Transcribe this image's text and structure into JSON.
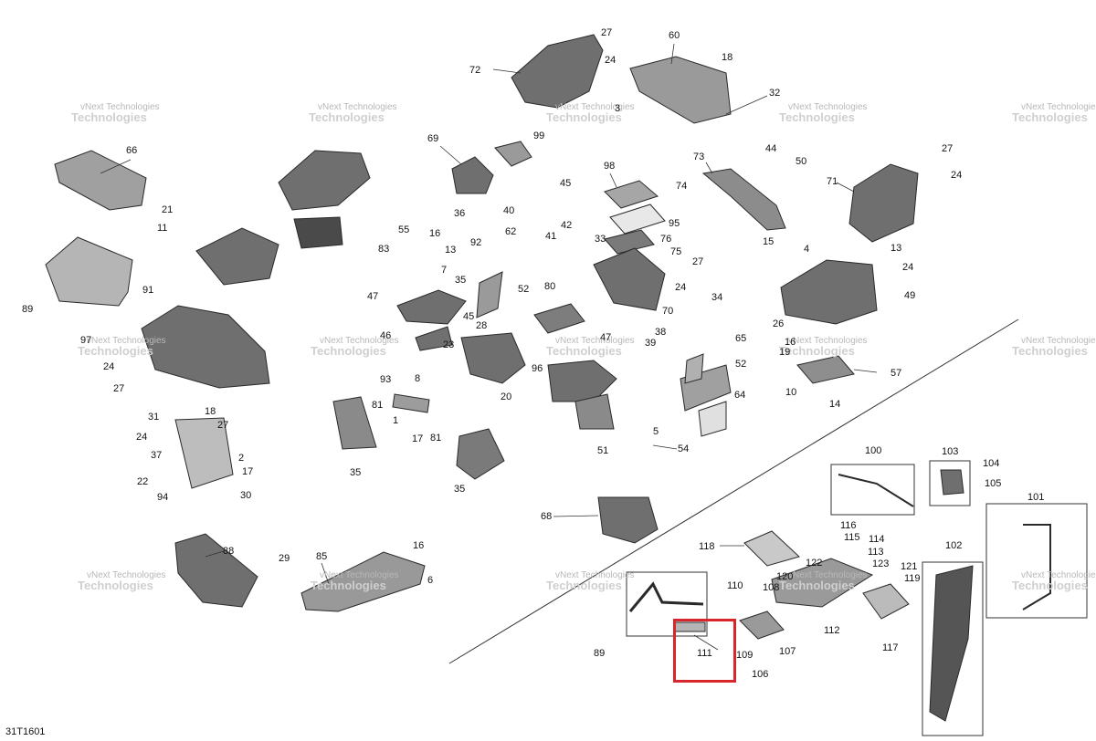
{
  "callouts": [
    {
      "id": "c27a",
      "text": "27"
    },
    {
      "id": "c24a",
      "text": "24"
    },
    {
      "id": "c72",
      "text": "72"
    },
    {
      "id": "c60",
      "text": "60"
    },
    {
      "id": "c18a",
      "text": "18"
    },
    {
      "id": "c32",
      "text": "32"
    },
    {
      "id": "c3",
      "text": "3"
    },
    {
      "id": "c66",
      "text": "66"
    },
    {
      "id": "c21",
      "text": "21"
    },
    {
      "id": "c11",
      "text": "11"
    },
    {
      "id": "c69",
      "text": "69"
    },
    {
      "id": "c99",
      "text": "99"
    },
    {
      "id": "c45",
      "text": "45"
    },
    {
      "id": "c98",
      "text": "98"
    },
    {
      "id": "c74",
      "text": "74"
    },
    {
      "id": "c73",
      "text": "73"
    },
    {
      "id": "c44",
      "text": "44"
    },
    {
      "id": "c50",
      "text": "50"
    },
    {
      "id": "c15",
      "text": "15"
    },
    {
      "id": "c27b",
      "text": "27"
    },
    {
      "id": "c71",
      "text": "71"
    },
    {
      "id": "c24b",
      "text": "24"
    },
    {
      "id": "c36",
      "text": "36"
    },
    {
      "id": "c40",
      "text": "40"
    },
    {
      "id": "c62",
      "text": "62"
    },
    {
      "id": "c92",
      "text": "92"
    },
    {
      "id": "c95",
      "text": "95"
    },
    {
      "id": "c42",
      "text": "42"
    },
    {
      "id": "c33",
      "text": "33"
    },
    {
      "id": "c76",
      "text": "76"
    },
    {
      "id": "c75",
      "text": "75"
    },
    {
      "id": "c41",
      "text": "41"
    },
    {
      "id": "c27c",
      "text": "27"
    },
    {
      "id": "c4",
      "text": "4"
    },
    {
      "id": "c13a",
      "text": "13"
    },
    {
      "id": "c24c",
      "text": "24"
    },
    {
      "id": "c89a",
      "text": "89"
    },
    {
      "id": "c91",
      "text": "91"
    },
    {
      "id": "c55",
      "text": "55"
    },
    {
      "id": "c16a",
      "text": "16"
    },
    {
      "id": "c83",
      "text": "83"
    },
    {
      "id": "c13b",
      "text": "13"
    },
    {
      "id": "c7",
      "text": "7"
    },
    {
      "id": "c35a",
      "text": "35"
    },
    {
      "id": "c47a",
      "text": "47"
    },
    {
      "id": "c45b",
      "text": "45"
    },
    {
      "id": "c52a",
      "text": "52"
    },
    {
      "id": "c80",
      "text": "80"
    },
    {
      "id": "c24d",
      "text": "24"
    },
    {
      "id": "c70",
      "text": "70"
    },
    {
      "id": "c34",
      "text": "34"
    },
    {
      "id": "c49",
      "text": "49"
    },
    {
      "id": "c26",
      "text": "26"
    },
    {
      "id": "c97",
      "text": "97"
    },
    {
      "id": "c24e",
      "text": "24"
    },
    {
      "id": "c27d",
      "text": "27"
    },
    {
      "id": "c46",
      "text": "46"
    },
    {
      "id": "c28",
      "text": "28"
    },
    {
      "id": "c23",
      "text": "23"
    },
    {
      "id": "c38",
      "text": "38"
    },
    {
      "id": "c39",
      "text": "39"
    },
    {
      "id": "c47b",
      "text": "47"
    },
    {
      "id": "c96",
      "text": "96"
    },
    {
      "id": "c65",
      "text": "65"
    },
    {
      "id": "c16b",
      "text": "16"
    },
    {
      "id": "c19",
      "text": "19"
    },
    {
      "id": "c57",
      "text": "57"
    },
    {
      "id": "c10",
      "text": "10"
    },
    {
      "id": "c14",
      "text": "14"
    },
    {
      "id": "c20",
      "text": "20"
    },
    {
      "id": "c52b",
      "text": "52"
    },
    {
      "id": "c64",
      "text": "64"
    },
    {
      "id": "c93",
      "text": "93"
    },
    {
      "id": "c8",
      "text": "8"
    },
    {
      "id": "c81a",
      "text": "81"
    },
    {
      "id": "c1",
      "text": "1"
    },
    {
      "id": "c17a",
      "text": "17"
    },
    {
      "id": "c31",
      "text": "31"
    },
    {
      "id": "c18b",
      "text": "18"
    },
    {
      "id": "c27e",
      "text": "27"
    },
    {
      "id": "c24f",
      "text": "24"
    },
    {
      "id": "c37",
      "text": "37"
    },
    {
      "id": "c2",
      "text": "2"
    },
    {
      "id": "c17b",
      "text": "17"
    },
    {
      "id": "c22",
      "text": "22"
    },
    {
      "id": "c94",
      "text": "94"
    },
    {
      "id": "c30",
      "text": "30"
    },
    {
      "id": "c35b",
      "text": "35"
    },
    {
      "id": "c81b",
      "text": "81"
    },
    {
      "id": "c35c",
      "text": "35"
    },
    {
      "id": "c51",
      "text": "51"
    },
    {
      "id": "c5",
      "text": "5"
    },
    {
      "id": "c54",
      "text": "54"
    },
    {
      "id": "c68",
      "text": "68"
    },
    {
      "id": "c100",
      "text": "100"
    },
    {
      "id": "c103",
      "text": "103"
    },
    {
      "id": "c104",
      "text": "104"
    },
    {
      "id": "c105",
      "text": "105"
    },
    {
      "id": "c101",
      "text": "101"
    },
    {
      "id": "c116",
      "text": "116"
    },
    {
      "id": "c115",
      "text": "115"
    },
    {
      "id": "c114",
      "text": "114"
    },
    {
      "id": "c113",
      "text": "113"
    },
    {
      "id": "c118",
      "text": "118"
    },
    {
      "id": "c122",
      "text": "122"
    },
    {
      "id": "c123",
      "text": "123"
    },
    {
      "id": "c102",
      "text": "102"
    },
    {
      "id": "c121",
      "text": "121"
    },
    {
      "id": "c119",
      "text": "119"
    },
    {
      "id": "c120",
      "text": "120"
    },
    {
      "id": "c110",
      "text": "110"
    },
    {
      "id": "c108",
      "text": "108"
    },
    {
      "id": "c88",
      "text": "88"
    },
    {
      "id": "c29",
      "text": "29"
    },
    {
      "id": "c85",
      "text": "85"
    },
    {
      "id": "c16c",
      "text": "16"
    },
    {
      "id": "c6",
      "text": "6"
    },
    {
      "id": "c89b",
      "text": "89"
    },
    {
      "id": "c111",
      "text": "111"
    },
    {
      "id": "c109",
      "text": "109"
    },
    {
      "id": "c107",
      "text": "107"
    },
    {
      "id": "c106",
      "text": "106"
    },
    {
      "id": "c112",
      "text": "112"
    },
    {
      "id": "c117",
      "text": "117"
    }
  ],
  "watermark": {
    "line1": "vNext Technologies",
    "line2": "Technologies"
  },
  "figure_code": "31T1601",
  "highlight": {
    "color": "#d9262c",
    "callout": "111"
  }
}
